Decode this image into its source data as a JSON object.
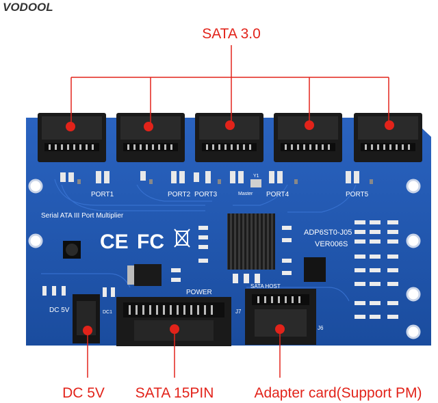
{
  "brand": "VODOOL",
  "callouts": {
    "top": "SATA 3.0",
    "dc": "DC 5V",
    "sata15": "SATA 15PIN",
    "adapter": "Adapter card(Support PM)"
  },
  "board": {
    "title": "Serial ATA III Port Multiplier",
    "model": "ADP6ST0-J05",
    "version": "VER006S",
    "ports": [
      "PORT1",
      "PORT2",
      "PORT3",
      "PORT4",
      "PORT5"
    ],
    "master": "Master",
    "power": "POWER",
    "sata_host": "SATA HOST",
    "dc_label": "DC 5V",
    "dc1": "DC1",
    "j7": "J7",
    "j6": "J6",
    "y1": "Y1",
    "cert_ce": "CE",
    "cert_fc": "FC"
  },
  "colors": {
    "board": "#1f56b0",
    "callout": "#e2231a",
    "connector": "#1a1a1a"
  }
}
